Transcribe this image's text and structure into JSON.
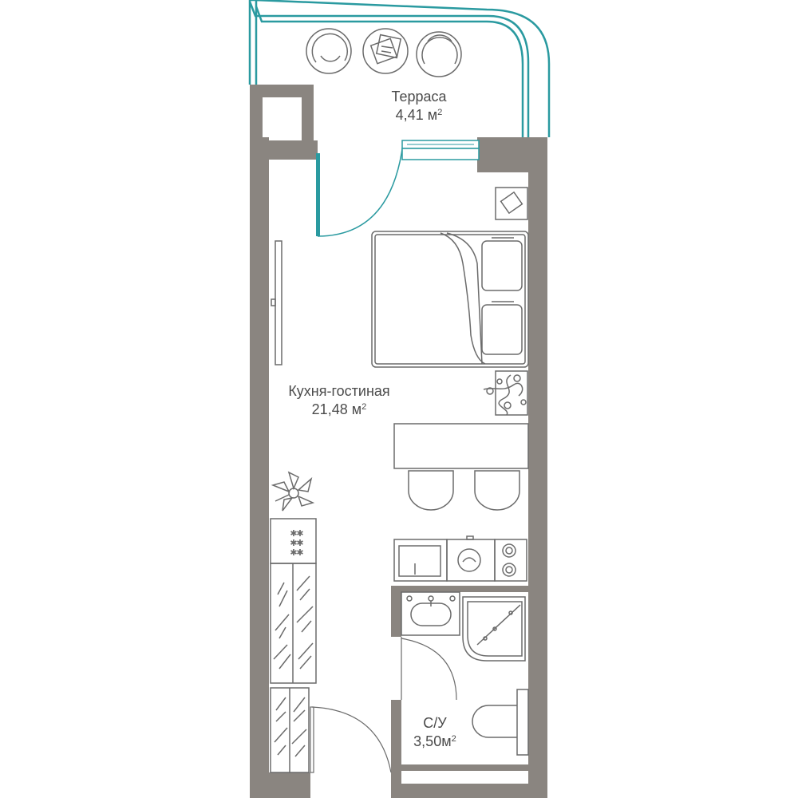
{
  "rooms": {
    "terrace": {
      "name": "Терраса",
      "area": "4,41 м",
      "area_sup": "2"
    },
    "kitchen_living": {
      "name": "Кухня-гостиная",
      "area": "21,48 м",
      "area_sup": "2"
    },
    "bathroom": {
      "name": "С/У",
      "area": "3,50м",
      "area_sup": "2"
    }
  },
  "colors": {
    "wall": "#8a8580",
    "glass": "#2a9aa0",
    "line": "#6b6b6b",
    "text": "#4b4b4b"
  }
}
